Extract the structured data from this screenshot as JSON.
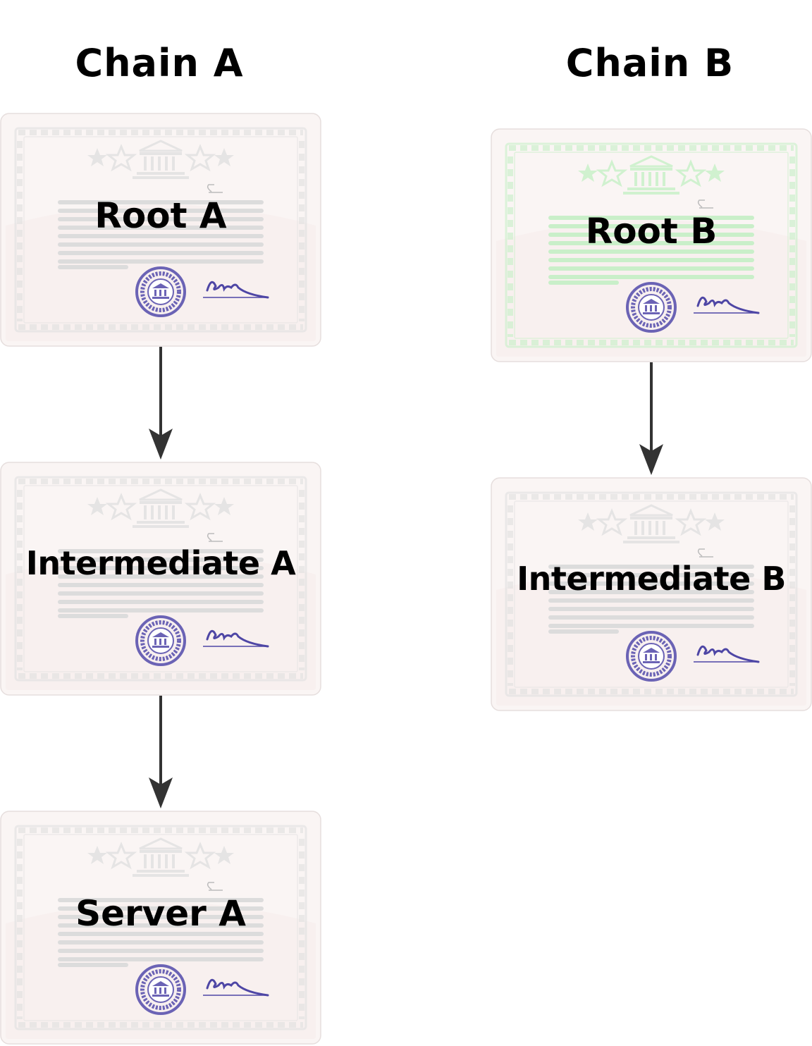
{
  "chains": [
    {
      "title": "Chain A",
      "certificates": [
        {
          "label": "Root A"
        },
        {
          "label": "Intermediate A"
        },
        {
          "label": "Server A"
        }
      ]
    },
    {
      "title": "Chain B",
      "certificates": [
        {
          "label": "Root B"
        },
        {
          "label": "Intermediate B"
        }
      ]
    }
  ],
  "colors": {
    "border_default": "#d9d9d9",
    "border_root_b": "#c6f0c6",
    "seal": "#6b63b5",
    "arrow": "#333333",
    "card_bg": "#faf5f4"
  },
  "icons": [
    "certificate-icon",
    "seal-icon",
    "signature-icon",
    "bank-icon",
    "star-icon"
  ]
}
